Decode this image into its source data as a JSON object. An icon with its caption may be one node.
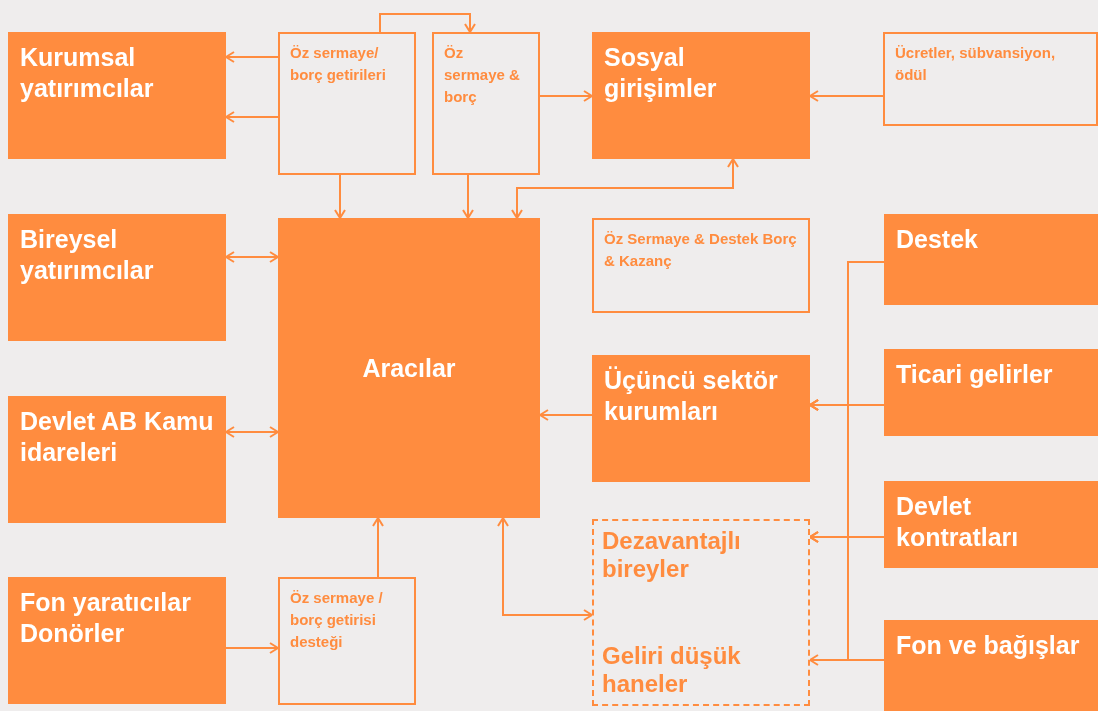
{
  "diagram": {
    "nodes": [
      {
        "text": [
          "Kurumsal yatırımcılar"
        ]
      },
      {
        "text": [
          "Öz sermaye/ borç getirileri"
        ]
      },
      {
        "text": [
          "Öz sermaye & borç"
        ]
      },
      {
        "text": [
          "Sosyal girişimler"
        ]
      },
      {
        "text": [
          "Ücretler, sübvansiyon, ödül"
        ]
      },
      {
        "text": [
          "Bireysel yatırımcılar"
        ]
      },
      {
        "text": [
          "Aracılar"
        ]
      },
      {
        "text": [
          "Öz Sermaye & Destek Borç & Kazanç"
        ]
      },
      {
        "text": [
          "Destek"
        ]
      },
      {
        "text": [
          "Devlet AB Kamu idareleri"
        ]
      },
      {
        "text": [
          "Üçüncü sektör kurumları"
        ]
      },
      {
        "text": [
          "Ticari gelirler"
        ]
      },
      {
        "text": [
          "Fon yaratıcılar Donörler"
        ]
      },
      {
        "text": [
          "Öz sermaye / borç getirisi desteği"
        ]
      },
      {
        "text": [
          "Dezavantajlı bireyler",
          "Geliri düşük haneler"
        ]
      },
      {
        "text": [
          "Devlet kontratları"
        ]
      },
      {
        "text": [
          "Fon ve bağışlar"
        ]
      }
    ],
    "edges": [
      {
        "from": 1,
        "to": 0,
        "arrow": "to"
      },
      {
        "from": 1,
        "to": 0,
        "arrow": "to"
      },
      {
        "from": 1,
        "to": 2,
        "arrow": "to"
      },
      {
        "from": 2,
        "to": 3,
        "arrow": "to"
      },
      {
        "from": 4,
        "to": 3,
        "arrow": "to"
      },
      {
        "from": 1,
        "to": 6,
        "arrow": "to"
      },
      {
        "from": 2,
        "to": 6,
        "arrow": "to"
      },
      {
        "from": 3,
        "to": 6,
        "arrow": "both"
      },
      {
        "from": 5,
        "to": 6,
        "arrow": "both"
      },
      {
        "from": 9,
        "to": 6,
        "arrow": "both"
      },
      {
        "from": 10,
        "to": 6,
        "arrow": "to"
      },
      {
        "from": 12,
        "to": 13,
        "arrow": "to"
      },
      {
        "from": 13,
        "to": 6,
        "arrow": "to"
      },
      {
        "from": 6,
        "to": 14,
        "arrow": "both"
      },
      {
        "from": 8,
        "to": 10,
        "arrow": "to"
      },
      {
        "from": 8,
        "to": 14,
        "arrow": "to"
      },
      {
        "from": 11,
        "to": 10,
        "arrow": "to"
      },
      {
        "from": 11,
        "to": 14,
        "arrow": "to"
      },
      {
        "from": 15,
        "to": 10,
        "arrow": "to"
      },
      {
        "from": 15,
        "to": 14,
        "arrow": "to"
      },
      {
        "from": 16,
        "to": 10,
        "arrow": "to"
      },
      {
        "from": 16,
        "to": 14,
        "arrow": "to"
      }
    ]
  }
}
